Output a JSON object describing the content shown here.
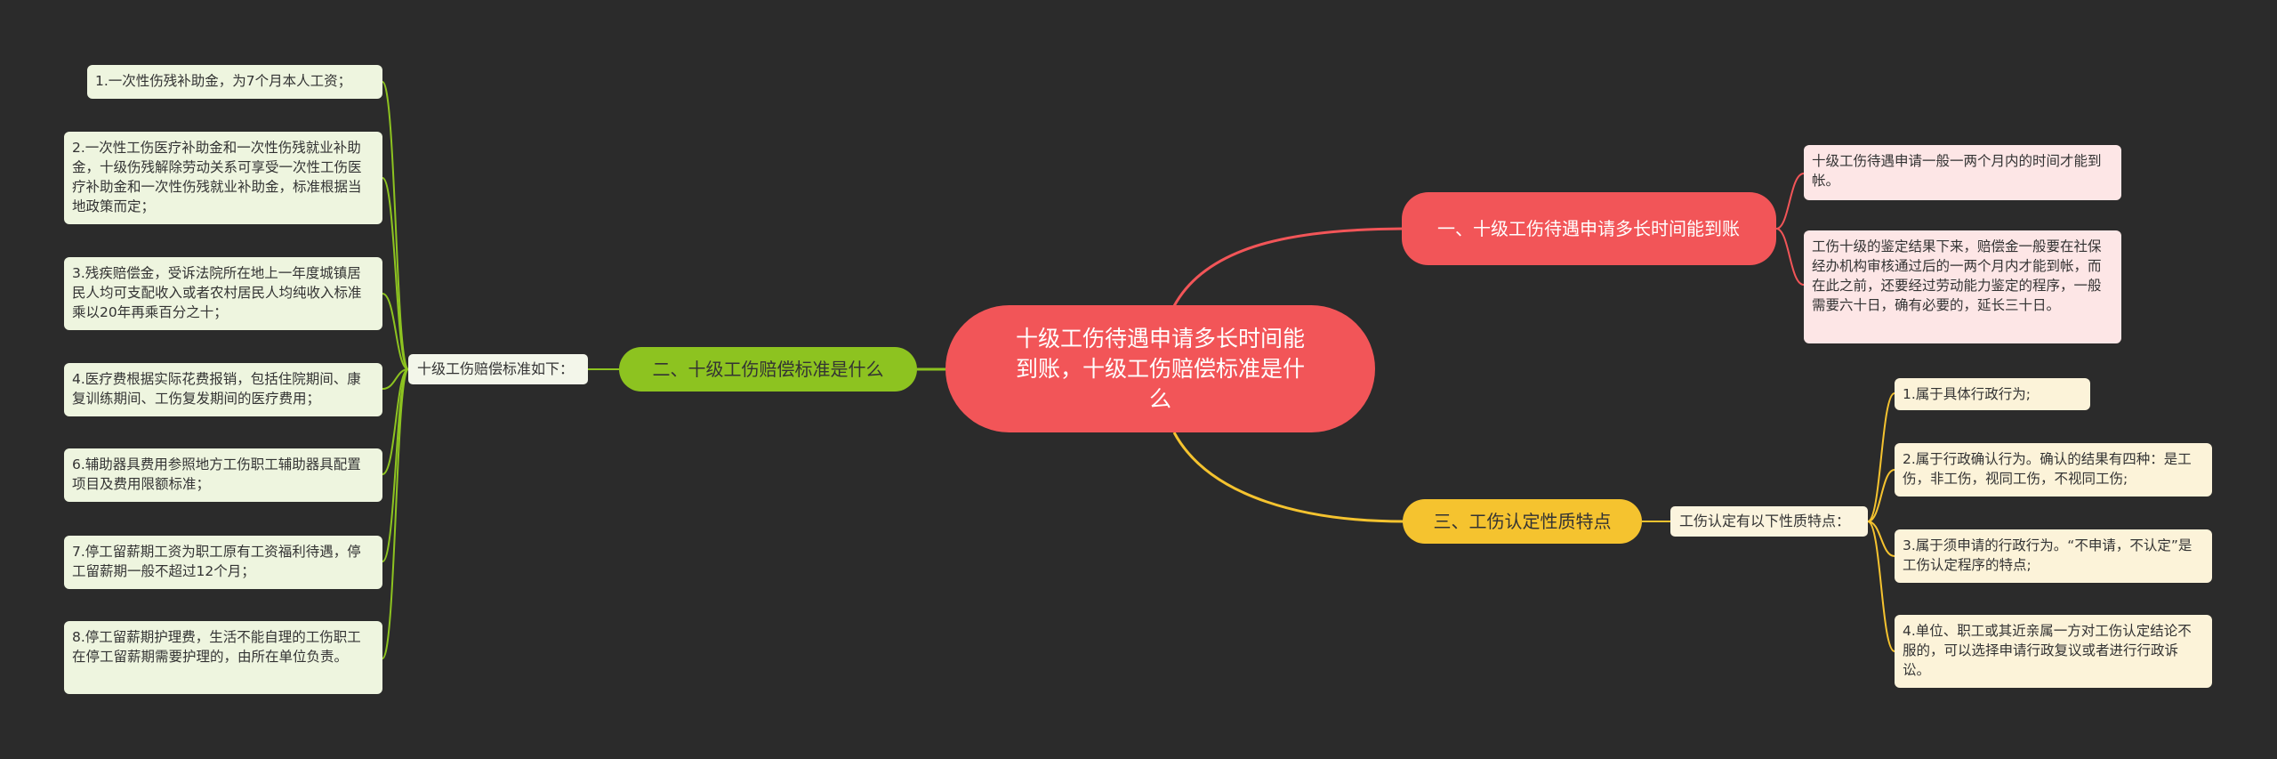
{
  "center_title": "十级工伤待遇申请多长时间能到账，十级工伤赔偿标准是什么",
  "branches": {
    "b1": {
      "label": "一、十级工伤待遇申请多长时间能到账",
      "color": "#f25558",
      "leaves": [
        "十级工伤待遇申请一般一两个月内的时间才能到帐。",
        "工伤十级的鉴定结果下来，赔偿金一般要在社保经办机构审核通过后的一两个月内才能到帐，而在此之前，还要经过劳动能力鉴定的程序，一般需要六十日，确有必要的，延长三十日。"
      ]
    },
    "b2": {
      "label": "二、十级工伤赔偿标准是什么",
      "color": "#8dc320",
      "sub_label": "十级工伤赔偿标准如下：",
      "leaves": [
        "1.一次性伤残补助金，为7个月本人工资；",
        "2.一次性工伤医疗补助金和一次性伤残就业补助金，十级伤残解除劳动关系可享受一次性工伤医疗补助金和一次性伤残就业补助金，标准根据当地政策而定；",
        "3.残疾赔偿金，受诉法院所在地上一年度城镇居民人均可支配收入或者农村居民人均纯收入标准乘以20年再乘百分之十；",
        "4.医疗费根据实际花费报销，包括住院期间、康复训练期间、工伤复发期间的医疗费用；",
        "6.辅助器具费用参照地方工伤职工辅助器具配置项目及费用限额标准；",
        "7.停工留薪期工资为职工原有工资福利待遇，停工留薪期一般不超过12个月；",
        "8.停工留薪期护理费，生活不能自理的工伤职工在停工留薪期需要护理的，由所在单位负责。"
      ]
    },
    "b3": {
      "label": "三、工伤认定性质特点",
      "color": "#f5c32f",
      "sub_label": "工伤认定有以下性质特点：",
      "leaves": [
        "1.属于具体行政行为;",
        "2.属于行政确认行为。确认的结果有四种：是工伤，非工伤，视同工伤，不视同工伤;",
        "3.属于须申请的行政行为。“不申请，不认定”是工伤认定程序的特点;",
        "4.单位、职工或其近亲属一方对工伤认定结论不服的，可以选择申请行政复议或者进行行政诉讼。"
      ]
    }
  }
}
